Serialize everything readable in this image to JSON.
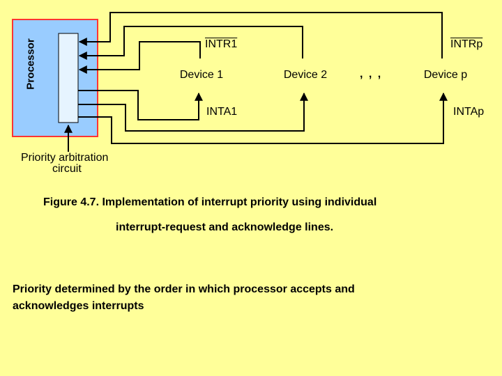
{
  "processor": {
    "label": "Processor"
  },
  "arbitration": {
    "line1": "Priority arbitration",
    "line2": "circuit"
  },
  "devices": [
    {
      "label": "Device 1"
    },
    {
      "label": "Device 2"
    },
    {
      "label": "Device p"
    }
  ],
  "ellipsis": ", , ,",
  "signals": {
    "intr1": "INTR1",
    "intrp": "INTRp",
    "inta1": "INTA1",
    "intap": "INTAp"
  },
  "caption": {
    "line1": "Figure 4.7.   Implementation of interrupt priority using individual",
    "line2": "interrupt-request and acknowledge lines."
  },
  "note": {
    "line1": "Priority determined by the order in which processor accepts and",
    "line2": "acknowledges interrupts"
  },
  "colors": {
    "background": "#ffff99",
    "processor_fill": "#99ccff",
    "processor_border": "#ff3333",
    "arbitration_fill": "#e6f4ff",
    "line": "#000000"
  }
}
